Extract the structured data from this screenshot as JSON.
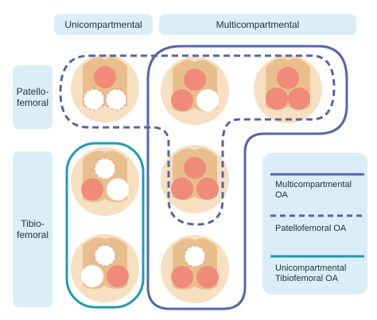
{
  "headers": {
    "unicompartmental": "Unicompartmental",
    "multicompartmental": "Multicompartmental"
  },
  "rows": {
    "patellofemoral": "Patello-\nfemoral",
    "tibiofemoral": "Tibio-\nfemoral"
  },
  "legend": {
    "multicompartmental": "Multicompartmental OA",
    "patellofemoral": "Patellofemoral OA",
    "unicompartmental": "Unicompartmental Tibiofemoral OA"
  },
  "colors": {
    "label_bg": "#dbeef8",
    "knee_bg": "#f7dfc1",
    "femur": "#e8bf8c",
    "affected": "#f08b7a",
    "multi_line": "#5566a6",
    "pf_dash": "#5566a6",
    "uni_line": "#1f9bb7"
  }
}
